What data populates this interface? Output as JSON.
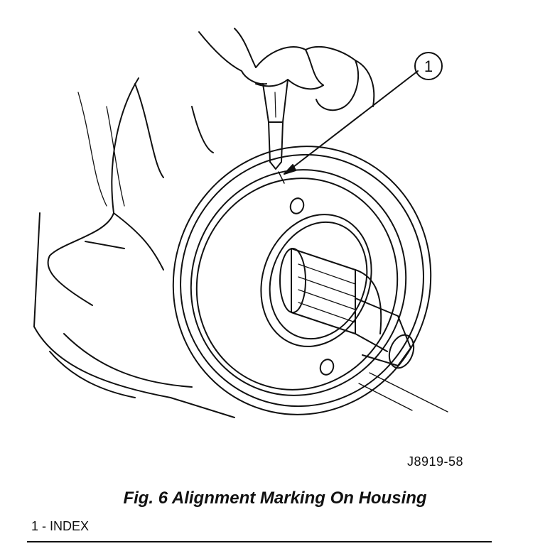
{
  "figure": {
    "callout_number": "1",
    "figure_id": "J8919-58"
  },
  "caption": "Fig. 6 Alignment Marking On Housing",
  "legend": [
    "1 - INDEX"
  ]
}
